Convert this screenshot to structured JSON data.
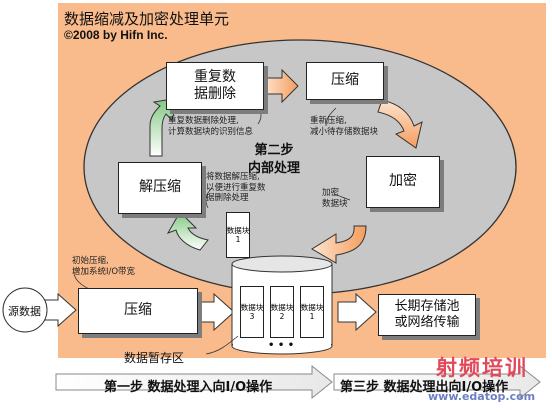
{
  "title": "数据缩减及加密处理单元",
  "copyright": "©2008 by Hifn Inc.",
  "nodes": {
    "dedupe": "重复数\n据删除",
    "compress_top": "压缩",
    "encrypt": "加密",
    "decompress": "解压缩",
    "compress_input": "压缩",
    "source": "源数据",
    "storage": "长期存储池\n或网络传输"
  },
  "notes": {
    "dedupe": "重复数据删除处理,\n计算数据块的识别信息",
    "recompress": "重新压缩,\n减小待存储数据块",
    "encrypt": "加密\n数据块",
    "decompress": "将数据解压缩,\n以便进行重复数\n据删除处理",
    "initial_compress": "初始压缩,\n增加系统I/O带宽"
  },
  "center_label": "第二步\n内部处理",
  "data_block_inner": "数据块\n1",
  "buffer_blocks": [
    "数据块\n3",
    "数据块\n2",
    "数据块\n1"
  ],
  "buffer_ellipsis": "• • •",
  "buffer_label": "数据暂存区",
  "step1": "第一步  数据处理入向I/O操作",
  "step3": "第三步  数据处理出向I/O操作",
  "watermark": {
    "cn": "射频培训",
    "url": "www.edatop.com"
  }
}
